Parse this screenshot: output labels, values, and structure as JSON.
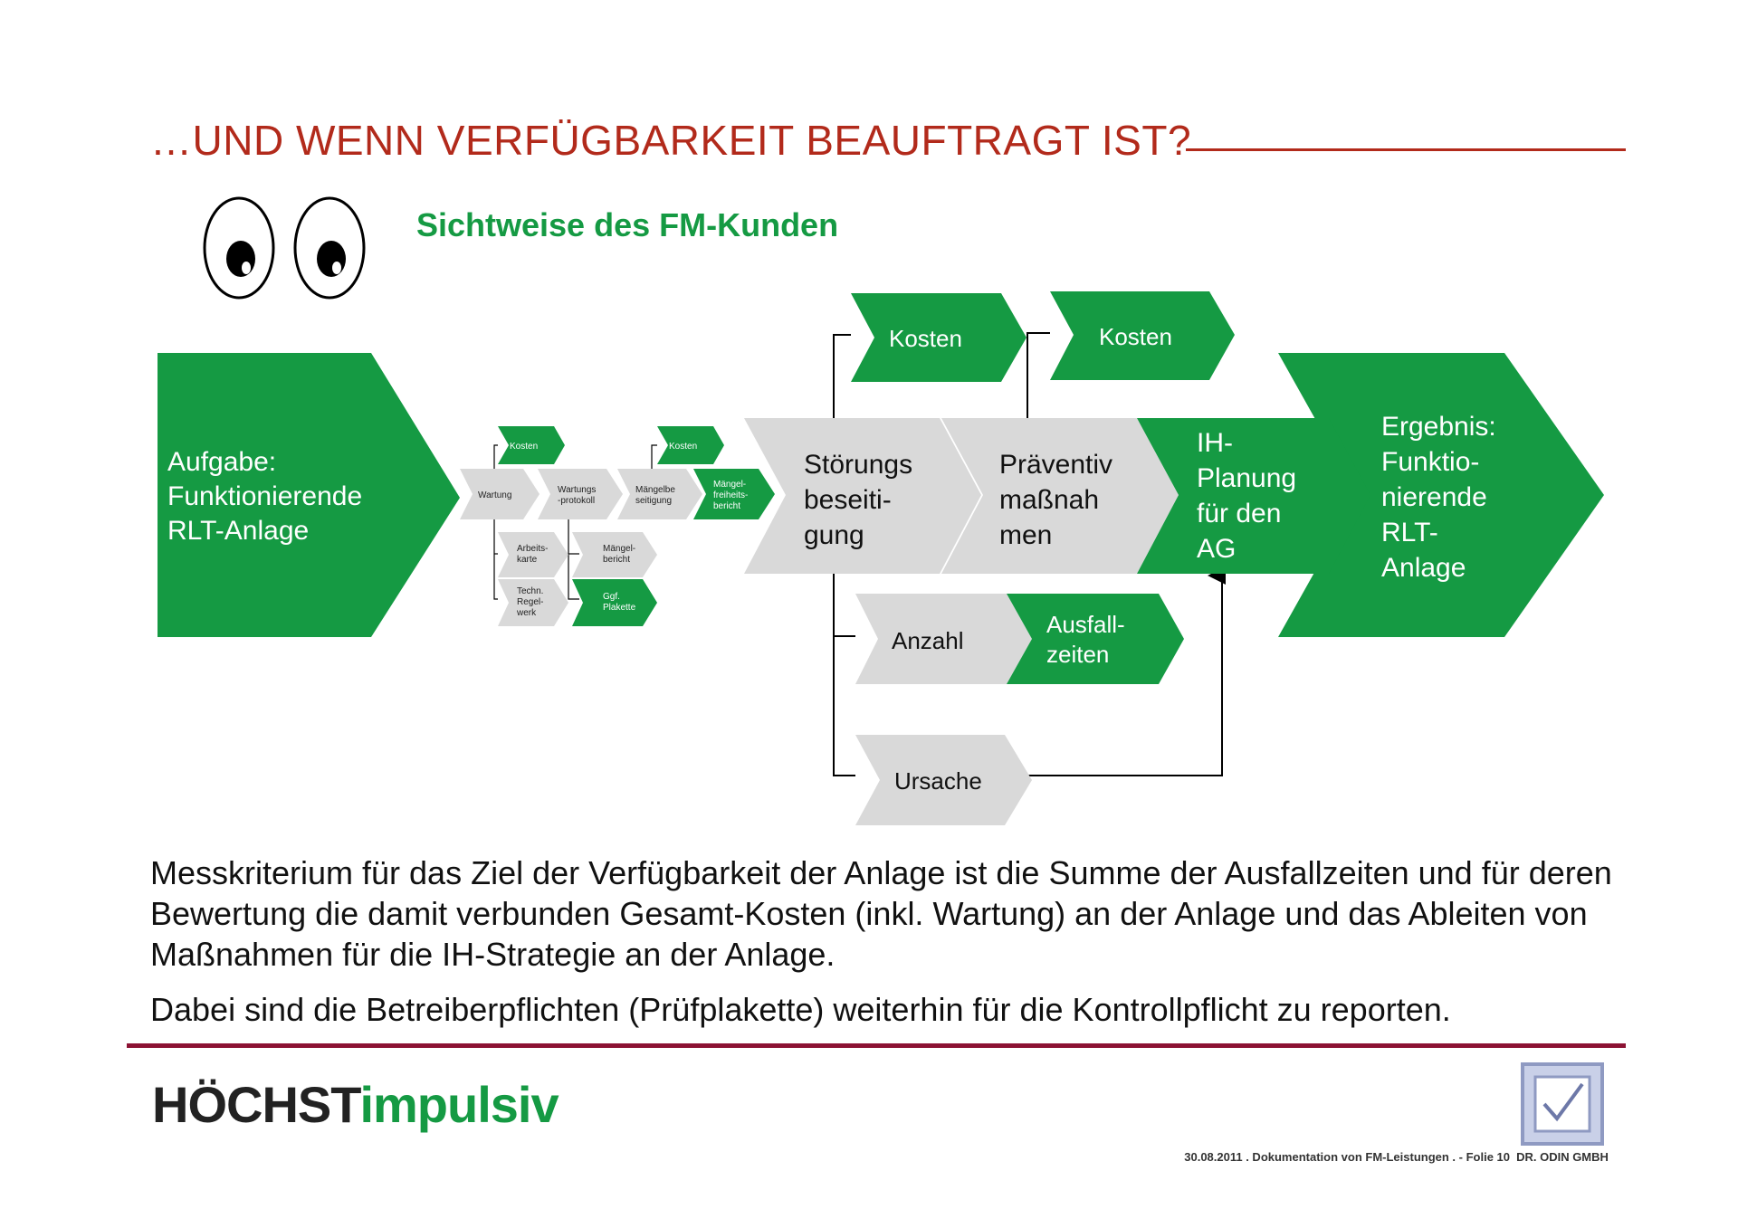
{
  "title": "…UND WENN VERFÜGBARKEIT BEAUFTRAGT IST?",
  "subtitle": "Sichtweise des FM-Kunden",
  "icons": {
    "eyes": "googly-eyes-icon",
    "logo": "checkmark-seal-icon"
  },
  "colors": {
    "green": "#159a43",
    "grey": "#d9d9d9",
    "title_red": "#b22a1b",
    "rule": "#8c1233"
  },
  "diagram": {
    "task": [
      "Aufgabe:",
      "Funktionierende",
      "RLT-Anlage"
    ],
    "result": [
      "Ergebnis:",
      "Funktio-",
      "nierende",
      "RLT-",
      "Anlage"
    ],
    "small": {
      "kosten_1": "Kosten",
      "kosten_2": "Kosten",
      "wartung": "Wartung",
      "wartungsprotokoll": [
        "Wartungs",
        "-protokoll"
      ],
      "maengelbeseitigung": [
        "Mängelbe",
        "seitigung"
      ],
      "maengelfreiheitsbericht": [
        "Mängel-",
        "freiheits-",
        "bericht"
      ],
      "arbeitskarte": [
        "Arbeits-",
        "karte"
      ],
      "techn_regelwerk": [
        "Techn.",
        "Regel-",
        "werk"
      ],
      "maengelbericht": [
        "Mängel-",
        "bericht"
      ],
      "plakette": [
        "Ggf.",
        "Plakette"
      ]
    },
    "stoerung": [
      "Störungs",
      "beseiti-",
      "gung"
    ],
    "praeventiv": [
      "Präventiv",
      "maßnah",
      "men"
    ],
    "ih_planung": [
      "IH-",
      "Planung",
      "für den",
      "AG"
    ],
    "kosten_a": "Kosten",
    "kosten_b": "Kosten",
    "anzahl": "Anzahl",
    "ausfallzeiten": [
      "Ausfall-",
      "zeiten"
    ],
    "ursache": "Ursache"
  },
  "body": [
    "Messkriterium für das Ziel der Verfügbarkeit der Anlage ist die Summe der Ausfallzeiten und für deren Bewertung die damit verbunden Gesamt-Kosten (inkl. Wartung) an der Anlage und das Ableiten von Maßnahmen für die IH-Strategie an der Anlage.",
    "Dabei sind die Betreiberpflichten (Prüfplakette) weiterhin für die Kontrollpflicht zu reporten."
  ],
  "footer": {
    "brand_part1": "HÖCHST",
    "brand_part2": "impulsiv",
    "info": "30.08.2011 . Dokumentation von FM-Leistungen  . -  Folie 10",
    "company": "DR. ODIN GMBH"
  }
}
